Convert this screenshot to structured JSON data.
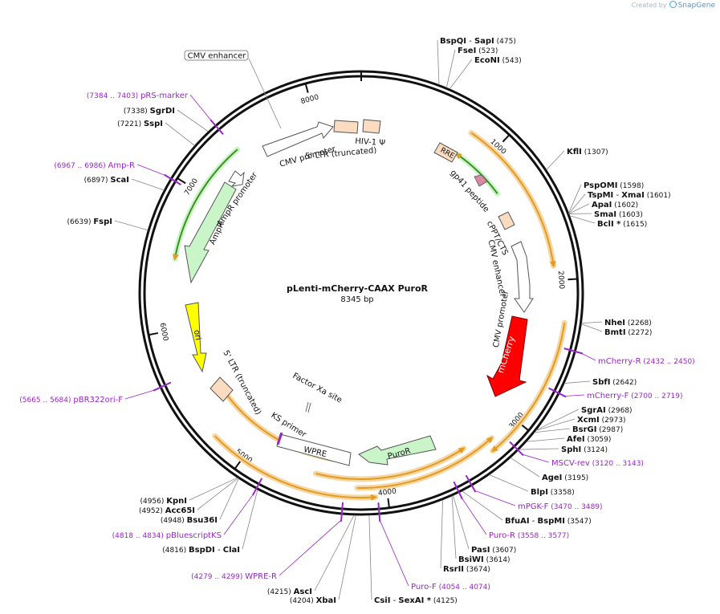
{
  "credit": {
    "prefix": "Created by",
    "brand": "SnapGene"
  },
  "plasmid": {
    "name": "pLenti-mCherry-CAAX PuroR",
    "length_label": "8345 bp",
    "length_bp": 8345
  },
  "colors": {
    "orf_arrow": "#e39a20",
    "orf_glow": "#f6d7a4",
    "ltr": "#fbdcc0",
    "primer": "#9a25c9",
    "promoter": "#ffffff",
    "resistance": "#c9f5c9",
    "mcherry": "#ff0000",
    "ori": "#ffff00",
    "rre": "#fbdcc0",
    "gp41": "#d98aa3",
    "backbone": "#111111"
  },
  "ticks": [
    {
      "bp": 1000,
      "label": "1000"
    },
    {
      "bp": 2000,
      "label": "2000"
    },
    {
      "bp": 3000,
      "label": "3000"
    },
    {
      "bp": 4000,
      "label": "4000"
    },
    {
      "bp": 5000,
      "label": "5000"
    },
    {
      "bp": 6000,
      "label": "6000"
    },
    {
      "bp": 7000,
      "label": "7000"
    },
    {
      "bp": 8000,
      "label": "8000"
    }
  ],
  "sites": [
    {
      "id": "bspqi",
      "bp": 475,
      "parts": [
        {
          "t": "BspQI",
          "b": true
        },
        {
          "t": " - ",
          "b": false
        },
        {
          "t": "SapI",
          "b": true
        },
        {
          "t": "  (475)",
          "b": false
        }
      ]
    },
    {
      "id": "fsei",
      "bp": 523,
      "parts": [
        {
          "t": "FseI",
          "b": true
        },
        {
          "t": "  (523)",
          "b": false
        }
      ]
    },
    {
      "id": "econi",
      "bp": 543,
      "parts": [
        {
          "t": "EcoNI",
          "b": true
        },
        {
          "t": "  (543)",
          "b": false
        }
      ]
    },
    {
      "id": "kfli",
      "bp": 1307,
      "parts": [
        {
          "t": "KflI",
          "b": true
        },
        {
          "t": "  (1307)",
          "b": false
        }
      ]
    },
    {
      "id": "pspomi",
      "bp": 1598,
      "parts": [
        {
          "t": "PspOMI",
          "b": true
        },
        {
          "t": "  (1598)",
          "b": false
        }
      ]
    },
    {
      "id": "tspmi",
      "bp": 1601,
      "parts": [
        {
          "t": "TspMI",
          "b": true
        },
        {
          "t": " - ",
          "b": false
        },
        {
          "t": "XmaI",
          "b": true
        },
        {
          "t": "  (1601)",
          "b": false
        }
      ]
    },
    {
      "id": "apai",
      "bp": 1602,
      "parts": [
        {
          "t": "ApaI",
          "b": true
        },
        {
          "t": "  (1602)",
          "b": false
        }
      ]
    },
    {
      "id": "smai",
      "bp": 1603,
      "parts": [
        {
          "t": "SmaI",
          "b": true
        },
        {
          "t": "  (1603)",
          "b": false
        }
      ]
    },
    {
      "id": "bcli",
      "bp": 1615,
      "parts": [
        {
          "t": "BclI *",
          "b": true
        },
        {
          "t": "  (1615)",
          "b": false
        }
      ]
    },
    {
      "id": "nhei",
      "bp": 2268,
      "parts": [
        {
          "t": "NheI",
          "b": true
        },
        {
          "t": "  (2268)",
          "b": false
        }
      ]
    },
    {
      "id": "bmti",
      "bp": 2272,
      "parts": [
        {
          "t": "BmtI",
          "b": true
        },
        {
          "t": "  (2272)",
          "b": false
        }
      ]
    },
    {
      "id": "sbfi",
      "bp": 2642,
      "parts": [
        {
          "t": "SbfI",
          "b": true
        },
        {
          "t": "  (2642)",
          "b": false
        }
      ]
    },
    {
      "id": "sgrai",
      "bp": 2968,
      "parts": [
        {
          "t": "SgrAI",
          "b": true
        },
        {
          "t": "  (2968)",
          "b": false
        }
      ]
    },
    {
      "id": "xcmi",
      "bp": 2973,
      "parts": [
        {
          "t": "XcmI",
          "b": true
        },
        {
          "t": "  (2973)",
          "b": false
        }
      ]
    },
    {
      "id": "bsrgi",
      "bp": 2987,
      "parts": [
        {
          "t": "BsrGI",
          "b": true
        },
        {
          "t": "  (2987)",
          "b": false
        }
      ]
    },
    {
      "id": "afei",
      "bp": 3059,
      "parts": [
        {
          "t": "AfeI",
          "b": true
        },
        {
          "t": "  (3059)",
          "b": false
        }
      ]
    },
    {
      "id": "sphi",
      "bp": 3124,
      "parts": [
        {
          "t": "SphI",
          "b": true
        },
        {
          "t": "  (3124)",
          "b": false
        }
      ]
    },
    {
      "id": "agei",
      "bp": 3195,
      "parts": [
        {
          "t": "AgeI",
          "b": true
        },
        {
          "t": "  (3195)",
          "b": false
        }
      ]
    },
    {
      "id": "blpi",
      "bp": 3358,
      "parts": [
        {
          "t": "BlpI",
          "b": true
        },
        {
          "t": "  (3358)",
          "b": false
        }
      ]
    },
    {
      "id": "bfuai",
      "bp": 3547,
      "parts": [
        {
          "t": "BfuAI",
          "b": true
        },
        {
          "t": " - ",
          "b": false
        },
        {
          "t": "BspMI",
          "b": true
        },
        {
          "t": "  (3547)",
          "b": false
        }
      ]
    },
    {
      "id": "pasi",
      "bp": 3607,
      "parts": [
        {
          "t": "PasI",
          "b": true
        },
        {
          "t": "  (3607)",
          "b": false
        }
      ]
    },
    {
      "id": "bsiwi",
      "bp": 3614,
      "parts": [
        {
          "t": "BsiWI",
          "b": true
        },
        {
          "t": "  (3614)",
          "b": false
        }
      ]
    },
    {
      "id": "rsrii",
      "bp": 3674,
      "parts": [
        {
          "t": "RsrII",
          "b": true
        },
        {
          "t": "  (3674)",
          "b": false
        }
      ]
    },
    {
      "id": "csii",
      "bp": 4125,
      "parts": [
        {
          "t": "CsiI",
          "b": true
        },
        {
          "t": " - ",
          "b": false
        },
        {
          "t": "SexAI *",
          "b": true
        },
        {
          "t": "  (4125)",
          "b": false
        }
      ]
    },
    {
      "id": "xbai",
      "bp": 4204,
      "parts": [
        {
          "t": "(4204)  ",
          "b": false
        },
        {
          "t": "XbaI",
          "b": true
        }
      ]
    },
    {
      "id": "asci",
      "bp": 4215,
      "parts": [
        {
          "t": "(4215)  ",
          "b": false
        },
        {
          "t": "AscI",
          "b": true
        }
      ]
    },
    {
      "id": "bspdi",
      "bp": 4816,
      "parts": [
        {
          "t": "(4816)  ",
          "b": false
        },
        {
          "t": "BspDI",
          "b": true
        },
        {
          "t": " - ",
          "b": false
        },
        {
          "t": "ClaI",
          "b": true
        }
      ]
    },
    {
      "id": "bsu36i",
      "bp": 4948,
      "parts": [
        {
          "t": "(4948)  ",
          "b": false
        },
        {
          "t": "Bsu36I",
          "b": true
        }
      ]
    },
    {
      "id": "acc65i",
      "bp": 4952,
      "parts": [
        {
          "t": "(4952)  ",
          "b": false
        },
        {
          "t": "Acc65I",
          "b": true
        }
      ]
    },
    {
      "id": "kpni",
      "bp": 4956,
      "parts": [
        {
          "t": "(4956)  ",
          "b": false
        },
        {
          "t": "KpnI",
          "b": true
        }
      ]
    },
    {
      "id": "fspi",
      "bp": 6639,
      "parts": [
        {
          "t": "(6639)  ",
          "b": false
        },
        {
          "t": "FspI",
          "b": true
        }
      ]
    },
    {
      "id": "scai",
      "bp": 6897,
      "parts": [
        {
          "t": "(6897)  ",
          "b": false
        },
        {
          "t": "ScaI",
          "b": true
        }
      ]
    },
    {
      "id": "sspi",
      "bp": 7221,
      "parts": [
        {
          "t": "(7221)  ",
          "b": false
        },
        {
          "t": "SspI",
          "b": true
        }
      ]
    },
    {
      "id": "sgrdi",
      "bp": 7338,
      "parts": [
        {
          "t": "(7338)  ",
          "b": false
        },
        {
          "t": "SgrDI",
          "b": true
        }
      ]
    }
  ],
  "primers": [
    {
      "id": "mcherry-r",
      "bp": 2441,
      "parts": [
        {
          "t": "mCherry-R",
          "b": false
        },
        {
          "t": "   (2432 .. 2450)",
          "b": false
        }
      ]
    },
    {
      "id": "mcherry-f",
      "bp": 2710,
      "parts": [
        {
          "t": "mCherry-F",
          "b": false
        },
        {
          "t": "   (2700 .. 2719)",
          "b": false
        }
      ]
    },
    {
      "id": "mscv-rev",
      "bp": 3131,
      "parts": [
        {
          "t": "MSCV-rev",
          "b": false
        },
        {
          "t": "   (3120 .. 3143)",
          "b": false
        }
      ]
    },
    {
      "id": "mpgk-f",
      "bp": 3480,
      "parts": [
        {
          "t": "mPGK-F",
          "b": false
        },
        {
          "t": "   (3470 .. 3489)",
          "b": false
        }
      ]
    },
    {
      "id": "puro-r",
      "bp": 3567,
      "parts": [
        {
          "t": "Puro-R",
          "b": false
        },
        {
          "t": "   (3558 .. 3577)",
          "b": false
        }
      ]
    },
    {
      "id": "puro-f",
      "bp": 4064,
      "parts": [
        {
          "t": "Puro-F",
          "b": false
        },
        {
          "t": "   (4054 .. 4074)",
          "b": false
        }
      ]
    },
    {
      "id": "wpre-r",
      "bp": 4289,
      "parts": [
        {
          "t": "(4279 .. 4299)   ",
          "b": false
        },
        {
          "t": "WPRE-R",
          "b": false
        }
      ]
    },
    {
      "id": "pbluescriptks",
      "bp": 4826,
      "parts": [
        {
          "t": "(4818 .. 4834)   ",
          "b": false
        },
        {
          "t": "pBluescriptKS",
          "b": false
        }
      ]
    },
    {
      "id": "pbr322ori-f",
      "bp": 5675,
      "parts": [
        {
          "t": "(5665 .. 5684)   ",
          "b": false
        },
        {
          "t": "pBR322ori-F",
          "b": false
        }
      ]
    },
    {
      "id": "amp-r",
      "bp": 6977,
      "parts": [
        {
          "t": "(6967 .. 6986)   ",
          "b": false
        },
        {
          "t": "Amp-R",
          "b": false
        }
      ]
    },
    {
      "id": "prs-marker",
      "bp": 7394,
      "parts": [
        {
          "t": "(7384 .. 7403)   ",
          "b": false
        },
        {
          "t": "pRS-marker",
          "b": false
        }
      ]
    }
  ],
  "features": [
    {
      "id": "cmv-enhancer-top",
      "label": "CMV enhancer",
      "kind": "boxed-callout"
    },
    {
      "id": "cmv-promoter-top",
      "label": "CMV promoter"
    },
    {
      "id": "ltr5-top",
      "label": "5' LTR (truncated)"
    },
    {
      "id": "hiv-psi",
      "label": "HIV-1 Ψ"
    },
    {
      "id": "rre",
      "label": "RRE"
    },
    {
      "id": "gp41",
      "label": "gp41 peptide"
    },
    {
      "id": "cppt",
      "label": "cPPT/CTS"
    },
    {
      "id": "cmv-enhancer-right",
      "label": "CMV enhancer"
    },
    {
      "id": "cmv-promoter-right",
      "label": "CMV promoter"
    },
    {
      "id": "mcherry",
      "label": "mCherry"
    },
    {
      "id": "puror",
      "label": "PuroR"
    },
    {
      "id": "wpre",
      "label": "WPRE"
    },
    {
      "id": "ks-primer",
      "label": "KS primer"
    },
    {
      "id": "factor-xa",
      "label": "Factor Xa site"
    },
    {
      "id": "ltr5-left",
      "label": "5' LTR (truncated)"
    },
    {
      "id": "ori",
      "label": "ori"
    },
    {
      "id": "ampr",
      "label": "AmpR"
    },
    {
      "id": "ampr-promoter",
      "label": "AmpR promoter"
    }
  ]
}
